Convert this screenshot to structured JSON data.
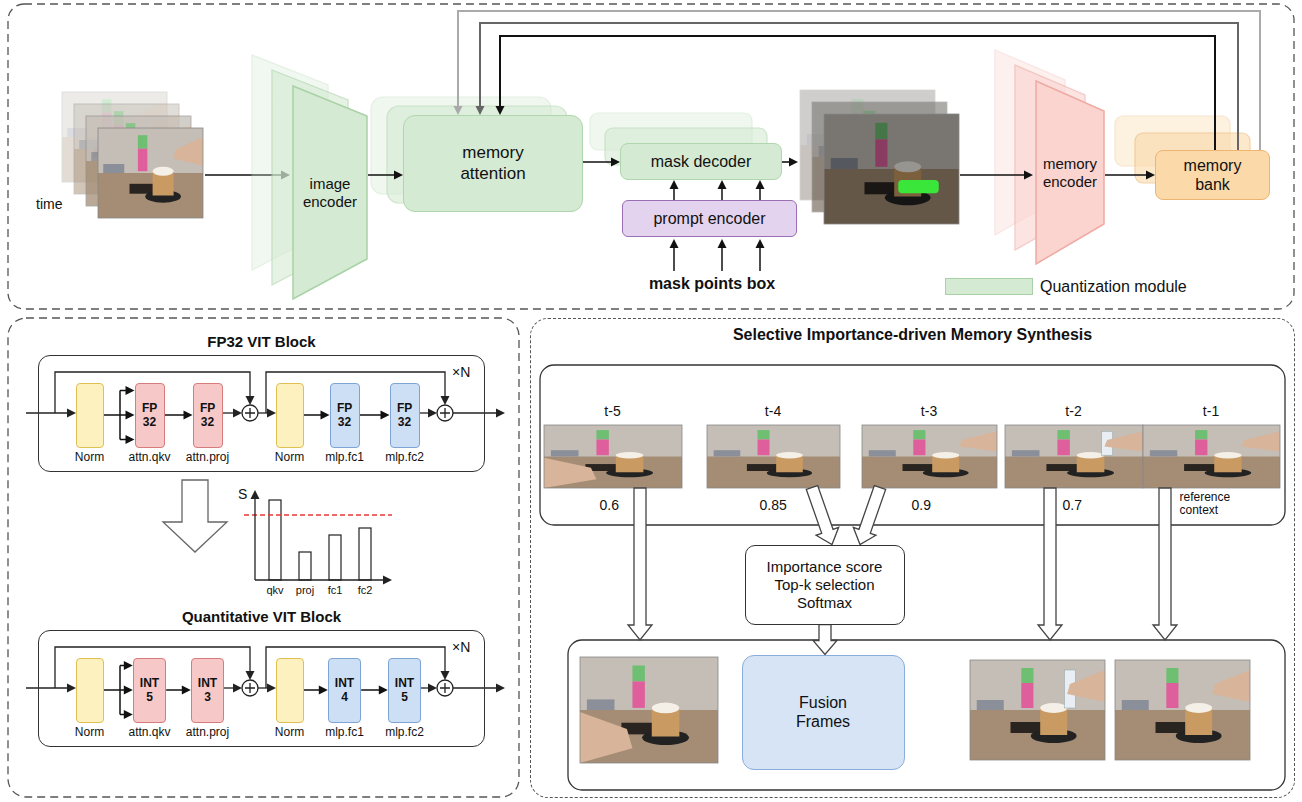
{
  "diagram": {
    "nodes": [
      {
        "text": [
          "image encoder"
        ]
      },
      {
        "text": [
          "memory attention"
        ]
      },
      {
        "text": [
          "mask decoder"
        ]
      },
      {
        "text": [
          "prompt encoder"
        ]
      },
      {
        "text": [
          "memory encoder"
        ]
      },
      {
        "text": [
          "memory bank"
        ]
      },
      {
        "text": [
          "FP32 VIT Block"
        ]
      },
      {
        "text": [
          "Norm"
        ],
        "in": 6
      },
      {
        "text": [
          "FP 32",
          "attn.qkv"
        ],
        "in": 6
      },
      {
        "text": [
          "FP 32",
          "attn.proj"
        ],
        "in": 6
      },
      {
        "text": [
          "Norm"
        ],
        "in": 6
      },
      {
        "text": [
          "FP 32",
          "mlp.fc1"
        ],
        "in": 6
      },
      {
        "text": [
          "FP 32",
          "mlp.fc2"
        ],
        "in": 6
      },
      {
        "text": [
          "Quantitative VIT Block"
        ]
      },
      {
        "text": [
          "Norm"
        ],
        "in": 13
      },
      {
        "text": [
          "INT 5",
          "attn.qkv"
        ],
        "in": 13
      },
      {
        "text": [
          "INT 3",
          "attn.proj"
        ],
        "in": 13
      },
      {
        "text": [
          "Norm"
        ],
        "in": 13
      },
      {
        "text": [
          "INT 4",
          "mlp.fc1"
        ],
        "in": 13
      },
      {
        "text": [
          "INT 5",
          "mlp.fc2"
        ],
        "in": 13
      },
      {
        "text": [
          "Selective Importance-driven Memory Synthesis"
        ]
      },
      {
        "text": [
          "t-5",
          "0.6"
        ],
        "in": 20
      },
      {
        "text": [
          "t-4",
          "0.85"
        ],
        "in": 20
      },
      {
        "text": [
          "t-3",
          "0.9"
        ],
        "in": 20
      },
      {
        "text": [
          "t-2",
          "0.7"
        ],
        "in": 20
      },
      {
        "text": [
          "t-1",
          "reference context"
        ],
        "in": 20
      },
      {
        "text": [
          "Importance score Top-k selection Softmax"
        ],
        "in": 20
      },
      {
        "text": [
          "Fusion Frames"
        ],
        "in": 20
      }
    ],
    "edges": [
      {
        "from": 0,
        "to": 1,
        "arrow": "to"
      },
      {
        "from": 1,
        "to": 2,
        "arrow": "to"
      },
      {
        "from": 3,
        "to": 2,
        "arrow": "to"
      },
      {
        "from": 3,
        "to": 2,
        "arrow": "to"
      },
      {
        "from": 3,
        "to": 2,
        "arrow": "to"
      },
      {
        "from": 4,
        "to": 5,
        "arrow": "to"
      },
      {
        "from": 5,
        "to": 1,
        "arrow": "to"
      },
      {
        "from": 5,
        "to": 1,
        "arrow": "to"
      },
      {
        "from": 5,
        "to": 1,
        "arrow": "to"
      },
      {
        "from": 7,
        "to": 8,
        "arrow": "to"
      },
      {
        "from": 8,
        "to": 9,
        "arrow": "to"
      },
      {
        "from": 10,
        "to": 11,
        "arrow": "to"
      },
      {
        "from": 11,
        "to": 12,
        "arrow": "to"
      },
      {
        "from": 14,
        "to": 15,
        "arrow": "to"
      },
      {
        "from": 15,
        "to": 16,
        "arrow": "to"
      },
      {
        "from": 17,
        "to": 18,
        "arrow": "to"
      },
      {
        "from": 18,
        "to": 19,
        "arrow": "to"
      },
      {
        "from": 22,
        "to": 26,
        "arrow": "to"
      },
      {
        "from": 23,
        "to": 26,
        "arrow": "to"
      },
      {
        "from": 26,
        "to": 27,
        "arrow": "to"
      }
    ],
    "labels": [
      "time",
      "mask points box",
      "×N",
      "×N",
      "S",
      "qkv",
      "proj",
      "fc1",
      "fc2"
    ],
    "legend": [
      {
        "text": "Quantization module",
        "color": "#d4ead3"
      }
    ]
  }
}
